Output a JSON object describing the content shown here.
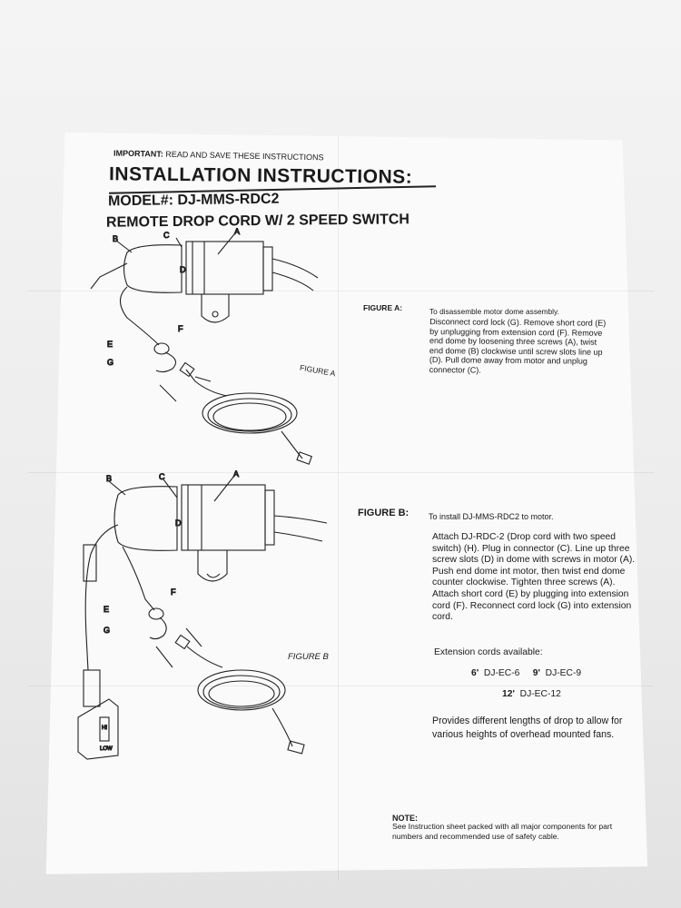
{
  "header": {
    "important_bold": "IMPORTANT:",
    "important_rest": " READ AND SAVE THESE INSTRUCTIONS",
    "title": "INSTALLATION INSTRUCTIONS:",
    "model": "MODEL#: DJ-MMS-RDC2",
    "subtitle": "REMOTE DROP CORD W/ 2 SPEED SWITCH"
  },
  "figure_a": {
    "label": "FIGURE A:",
    "desc": "To disassemble motor dome assembly.",
    "body": "Disconnect cord lock (G). Remove short cord (E) by unplugging from extension cord (F). Remove end dome by loosening three screws (A), twist end dome (B) clockwise until screw slots line up (D). Pull dome away from motor and unplug connector (C).",
    "caption": "FIGURE A",
    "parts": [
      "A",
      "B",
      "C",
      "D",
      "E",
      "F",
      "G"
    ]
  },
  "figure_b": {
    "label": "FIGURE B:",
    "desc": "To install DJ-MMS-RDC2 to motor.",
    "body": "Attach DJ-RDC-2 (Drop cord with two speed switch) (H). Plug in connector (C). Line up three screw slots (D) in dome with screws in motor (A). Push end dome int motor, then twist end dome counter clockwise. Tighten three screws (A). Attach short cord (E) by plugging into extension cord (F). Reconnect cord lock (G) into extension cord.",
    "caption": "FIGURE B",
    "parts": [
      "A",
      "B",
      "C",
      "D",
      "E",
      "F",
      "G"
    ],
    "switch_labels": [
      "HI",
      "LOW"
    ]
  },
  "extension": {
    "title": "Extension cords available:",
    "row1_len1": "6'",
    "row1_code1": "DJ-EC-6",
    "row1_len2": "9'",
    "row1_code2": "DJ-EC-9",
    "row2_len": "12'",
    "row2_code": "DJ-EC-12"
  },
  "provides": "Provides different lengths of drop to allow for various heights of overhead mounted fans.",
  "note": {
    "label": "NOTE:",
    "body": "See Instruction sheet packed with all major components for part numbers and recommended use of safety cable."
  }
}
